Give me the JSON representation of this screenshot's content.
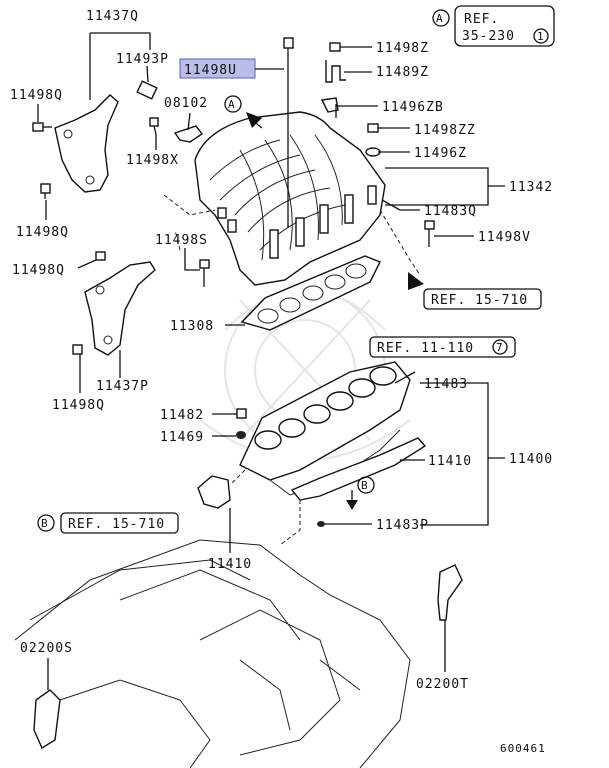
{
  "highlight_color": "#b9bde8",
  "parts": {
    "p11437q": "11437Q",
    "p11493p": "11493P",
    "p11498u": "11498U",
    "p11498z": "11498Z",
    "p11489z": "11489Z",
    "p11498q_top": "11498Q",
    "p08102": "08102",
    "p11496zb": "11496ZB",
    "p11498zz": "11498ZZ",
    "p11498x": "11498X",
    "p11496z": "11496Z",
    "p11342": "11342",
    "p11498q_mid": "11498Q",
    "p11483q": "11483Q",
    "p11498s": "11498S",
    "p11498v": "11498V",
    "p11498q_lowl": "11498Q",
    "p11308": "11308",
    "p11437p": "11437P",
    "p11498q_bot": "11498Q",
    "p11483": "11483",
    "p11482": "11482",
    "p11469": "11469",
    "p11410a": "11410",
    "p11400": "11400",
    "p11483p": "11483P",
    "p11410b": "11410",
    "p02200s": "02200S",
    "p02200t": "02200T"
  },
  "refs": {
    "ref_a_top": "REF.",
    "ref_a_top2": "35-230",
    "ref_a_top_num": "1",
    "ref_15710_right": "REF. 15-710",
    "ref_11110": "REF. 11-110",
    "ref_11110_num": "7",
    "ref_15710_left": "REF. 15-710"
  },
  "markers": {
    "a_top": "A",
    "a_mid": "A",
    "b_mid": "B",
    "b_left": "B"
  },
  "diagram_id": "600461"
}
